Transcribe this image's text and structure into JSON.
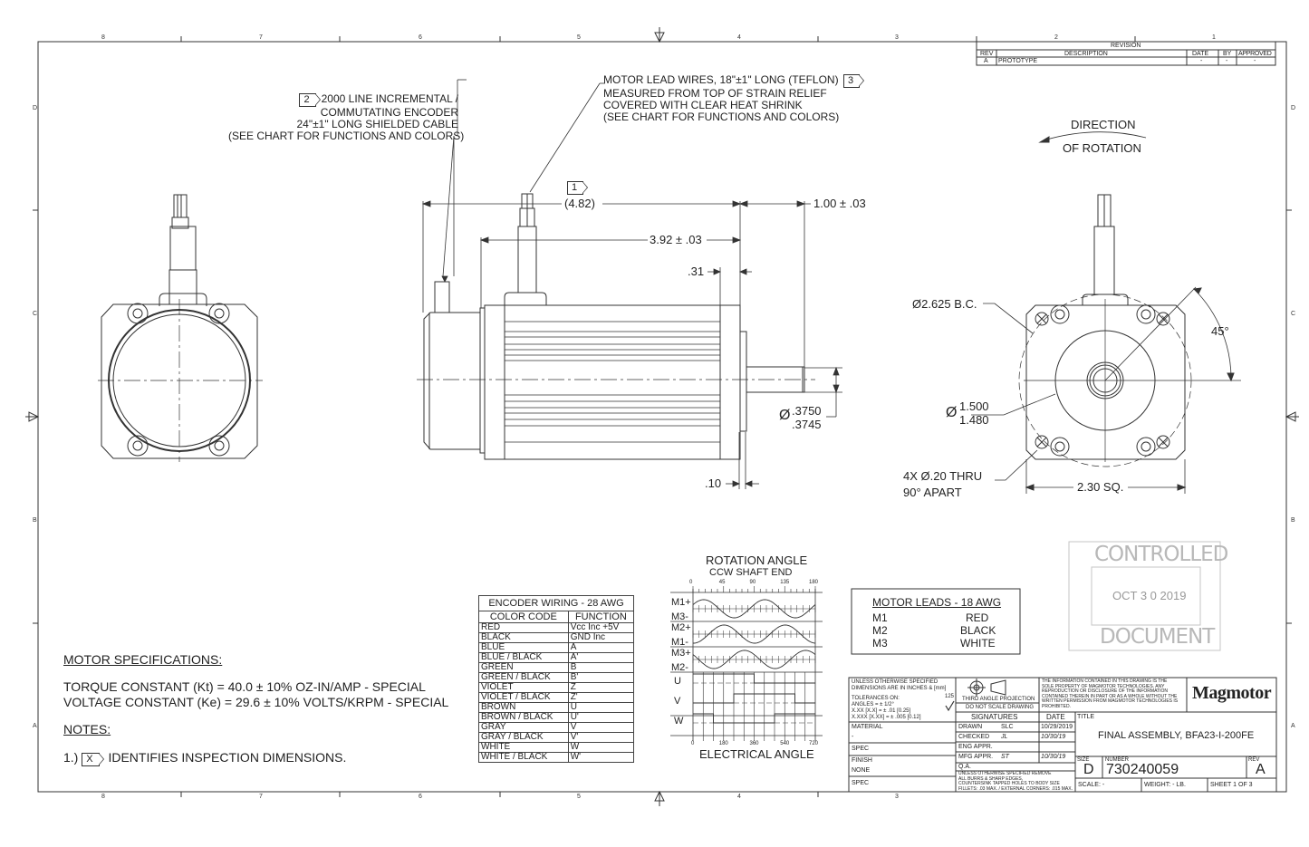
{
  "border": {
    "zones_top": [
      "8",
      "7",
      "6",
      "5",
      "4",
      "3",
      "2",
      "1"
    ],
    "zones_side": [
      "D",
      "C",
      "B",
      "A"
    ]
  },
  "revision_block": {
    "title": "REVISION",
    "headers": [
      "REV",
      "DESCRIPTION",
      "DATE",
      "BY",
      "APPROVED"
    ],
    "rows": [
      [
        "A",
        "PROTOTYPE",
        "-",
        "-",
        "-"
      ]
    ]
  },
  "callouts": {
    "encoder": {
      "flag": "2",
      "lines": [
        "2000 LINE INCREMENTAL /",
        "COMMUTATING ENCODER",
        "24\"±1\" LONG SHIELDED CABLE",
        "(SEE CHART FOR FUNCTIONS AND COLORS)"
      ]
    },
    "motor_leads": {
      "flag": "3",
      "lines": [
        "MOTOR LEAD WIRES, 18\"±1\" LONG (TEFLON)",
        "MEASURED FROM TOP OF STRAIN RELIEF",
        "COVERED WITH CLEAR HEAT SHRINK",
        "(SEE CHART FOR FUNCTIONS AND COLORS)"
      ]
    },
    "rotation": {
      "line1": "DIRECTION",
      "line2": "OF ROTATION"
    }
  },
  "dimensions": {
    "overall_flag": "1",
    "overall": "(4.82)",
    "shaft_length": "1.00 ± .03",
    "body_length": "3.92 ± .03",
    "flange": ".31",
    "pilot": ".10",
    "shaft_dia_top": ".3750",
    "shaft_dia_bottom": ".3745",
    "bolt_circle": "Ø2.625 B.C.",
    "pilot_dia_top": "1.500",
    "pilot_dia_bottom": "1.480",
    "pilot_dia_symbol": "Ø",
    "shaft_dia_symbol": "Ø",
    "holes_line1": "4X Ø.20 THRU",
    "holes_line2": "90° APART",
    "square": "2.30 SQ.",
    "angle": "45°"
  },
  "encoder_table": {
    "title": "ENCODER WIRING - 28 AWG",
    "headers": [
      "COLOR CODE",
      "FUNCTION"
    ],
    "rows": [
      [
        "RED",
        "Vcc Inc +5V"
      ],
      [
        "BLACK",
        "GND Inc"
      ],
      [
        "BLUE",
        "A"
      ],
      [
        "BLUE / BLACK",
        "A'"
      ],
      [
        "GREEN",
        "B"
      ],
      [
        "GREEN / BLACK",
        "B'"
      ],
      [
        "VIOLET",
        "Z"
      ],
      [
        "VIOLET / BLACK",
        "Z'"
      ],
      [
        "BROWN",
        "U"
      ],
      [
        "BROWN / BLACK",
        "U'"
      ],
      [
        "GRAY",
        "V"
      ],
      [
        "GRAY / BLACK",
        "V'"
      ],
      [
        "WHITE",
        "W"
      ],
      [
        "WHITE / BLACK",
        "W'"
      ]
    ]
  },
  "timing_chart": {
    "title1": "ROTATION ANGLE",
    "title2": "CCW SHAFT END",
    "top_ticks": [
      "0",
      "45",
      "90",
      "135",
      "180"
    ],
    "bottom_ticks": [
      "0",
      "180",
      "360",
      "540",
      "720"
    ],
    "xlabel": "ELECTRICAL ANGLE",
    "rows": [
      "M1+",
      "M3-",
      "M2+",
      "M1-",
      "M3+",
      "M2-",
      "U",
      "V",
      "W"
    ]
  },
  "motor_leads_table": {
    "title": "MOTOR LEADS - 18 AWG",
    "rows": [
      [
        "M1",
        "RED"
      ],
      [
        "M2",
        "BLACK"
      ],
      [
        "M3",
        "WHITE"
      ]
    ]
  },
  "stamp": {
    "top": "CONTROLLED",
    "date": "OCT 3 0 2019",
    "bottom": "DOCUMENT"
  },
  "specs": {
    "heading": "MOTOR SPECIFICATIONS:",
    "torque": "TORQUE CONSTANT (Kt) = 40.0 ± 10% OZ-IN/AMP - SPECIAL",
    "voltage": "VOLTAGE CONSTANT (Ke) = 29.6 ± 10% VOLTS/KRPM - SPECIAL",
    "notes_heading": "NOTES:",
    "note1_prefix": "1.)",
    "note1_flag": "X",
    "note1_text": "IDENTIFIES INSPECTION DIMENSIONS."
  },
  "title_block": {
    "unless": [
      "UNLESS OTHERWISE SPECIFIED",
      "DIMENSIONS ARE IN INCHES & [mm]"
    ],
    "tolerances": [
      "TOLERANCES ON:",
      "ANGLES = ± 1/2°",
      "X.XX [X.X] = ± .01 [0.25]",
      "X.XXX [X.XX] = ± .005 [0.12]"
    ],
    "finish_mark": "125",
    "material_label": "MATERIAL",
    "material_value": "-",
    "spec1": "SPEC",
    "finish_label": "FINISH",
    "finish_value": "NONE",
    "spec2": "SPEC",
    "projection": "THIRD ANGLE PROJECTION",
    "do_not_scale": "DO NOT SCALE DRAWING",
    "signatures": "SIGNATURES",
    "date_hdr": "DATE",
    "sig_rows": [
      [
        "DRAWN",
        "SLC",
        "10/29/2019"
      ],
      [
        "CHECKED",
        "JL",
        "10/30/19"
      ],
      [
        "ENG APPR.",
        "",
        ""
      ],
      [
        "MFG APPR.",
        "ST",
        "10/30/19"
      ],
      [
        "Q.A.",
        "",
        ""
      ]
    ],
    "deburr": [
      "UNLESS OTHERWISE SPECIFIED REMOVE",
      "ALL BURRS & SHARP EDGES,",
      "COUNTERSINK TAPPED HOLES TO BODY SIZE",
      "FILLETS: .03 MAX. / EXTERNAL CORNERS: .015 MAX."
    ],
    "proprietary": [
      "THE INFORMATION CONTAINED IN THIS DRAWING IS THE",
      "SOLE PROPERTY OF MAGMOTOR TECHNOLOGIES. ANY",
      "REPRODUCTION OR DISCLOSURE OF THE INFORMATION",
      "CONTAINED THEREIN IN PART OR AS A WHOLE WITHOUT THE",
      "WRITTEN PERMISSION FROM MAGMOTOR TECHNOLOGIES IS",
      "PROHIBITED."
    ],
    "logo": "Magmotor",
    "title_label": "TITLE",
    "title": "FINAL ASSEMBLY, BFA23-I-200FE",
    "size_label": "SIZE",
    "size": "D",
    "number_label": "NUMBER",
    "number": "730240059",
    "rev_label": "REV",
    "rev": "A",
    "scale": "SCALE: -",
    "weight": "WEIGHT: - LB.",
    "sheet": "SHEET 1 OF 3"
  }
}
